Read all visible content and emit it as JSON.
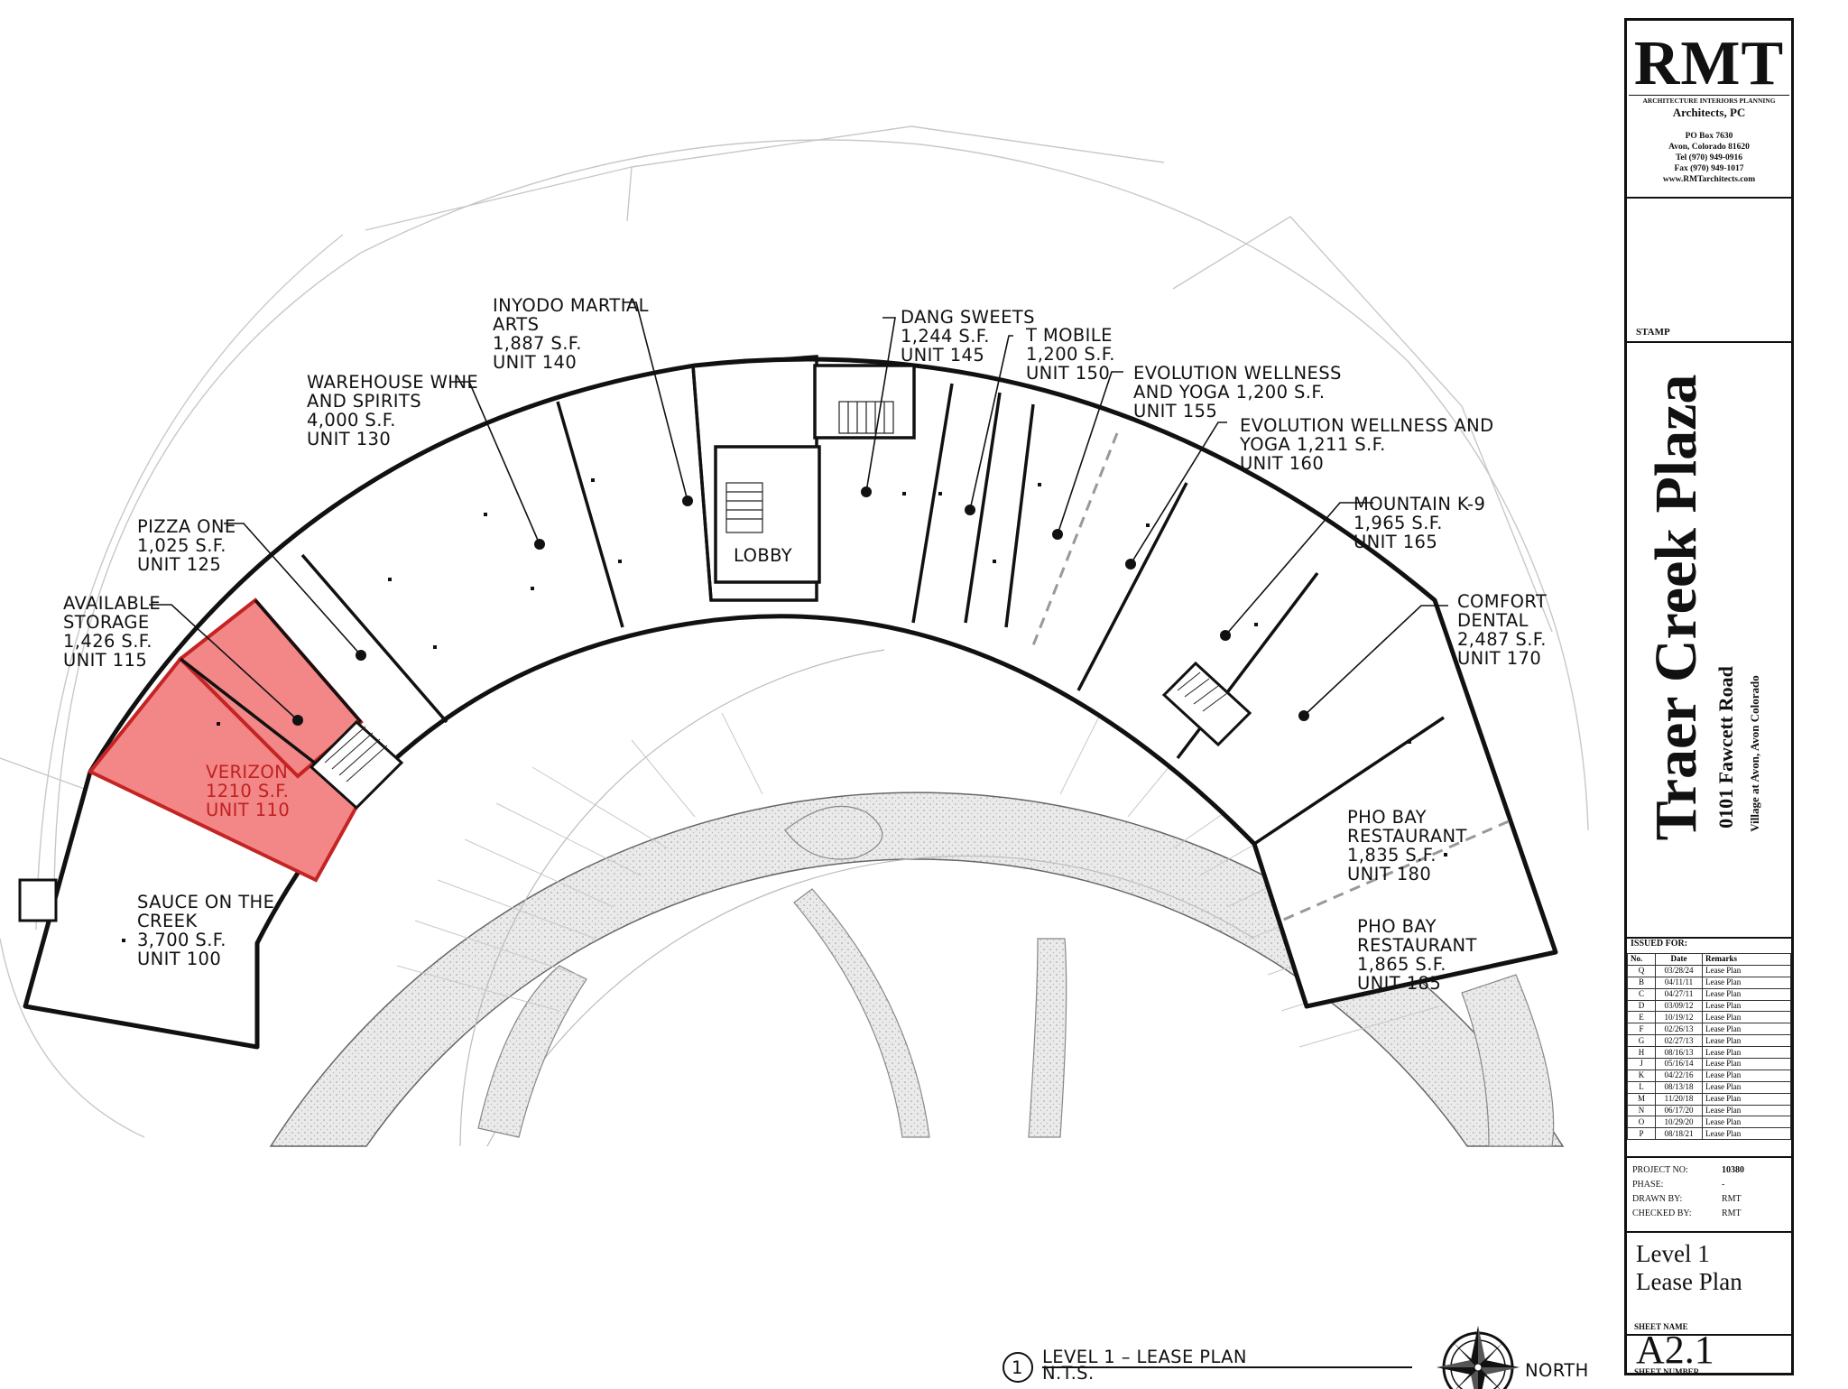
{
  "units": [
    {
      "id": "u140",
      "label": [
        "INYODO MARTIAL",
        "ARTS",
        "1,887 S.F.",
        "UNIT 140"
      ]
    },
    {
      "id": "u130",
      "label": [
        "WAREHOUSE WINE",
        "AND SPIRITS",
        "4,000 S.F.",
        "UNIT 130"
      ]
    },
    {
      "id": "u145",
      "label": [
        "DANG SWEETS",
        "1,244 S.F.",
        "UNIT 145"
      ]
    },
    {
      "id": "u150",
      "label": [
        "T MOBILE",
        "1,200 S.F.",
        "UNIT 150"
      ]
    },
    {
      "id": "u155",
      "label": [
        "EVOLUTION WELLNESS",
        "AND YOGA 1,200 S.F.",
        "UNIT 155"
      ]
    },
    {
      "id": "u160",
      "label": [
        "EVOLUTION WELLNESS AND",
        "YOGA 1,211 S.F.",
        "UNIT 160"
      ]
    },
    {
      "id": "u125",
      "label": [
        "PIZZA ONE",
        "1,025 S.F.",
        "UNIT 125"
      ]
    },
    {
      "id": "u115",
      "label": [
        "AVAILABLE",
        "STORAGE",
        "1,426 S.F.",
        "UNIT 115"
      ]
    },
    {
      "id": "u165",
      "label": [
        "MOUNTAIN K-9",
        "1,965 S.F.",
        "UNIT 165"
      ]
    },
    {
      "id": "u170",
      "label": [
        "COMFORT",
        "DENTAL",
        "2,487 S.F.",
        "UNIT 170"
      ]
    },
    {
      "id": "u110",
      "label": [
        "VERIZON",
        "1210 S.F.",
        "UNIT 110"
      ]
    },
    {
      "id": "u180",
      "label": [
        "PHO BAY",
        "RESTAURANT",
        "1,835 S.F.",
        "UNIT 180"
      ]
    },
    {
      "id": "u185",
      "label": [
        "PHO BAY",
        "RESTAURANT",
        "1,865 S.F.",
        "UNIT 185"
      ]
    },
    {
      "id": "u100",
      "label": [
        "SAUCE ON THE",
        "CREEK",
        "3,700 S.F.",
        "UNIT 100"
      ]
    }
  ],
  "lobby": "LOBBY",
  "plan_title": {
    "number": "1",
    "title": "LEVEL 1 – LEASE PLAN",
    "scale": "N.T.S.",
    "north": "NORTH"
  },
  "colors": {
    "highlight": "#f08080",
    "highlight_stroke": "#c42424",
    "walk": "#e4e4e4",
    "line": "#111111"
  },
  "firm": {
    "name": "RMT",
    "tagline": "ARCHITECTURE INTERIORS PLANNING",
    "subtitle": "Architects, PC",
    "address": [
      "PO Box 7630",
      "Avon, Colorado 81620",
      "Tel (970) 949-0916",
      "Fax (970) 949-1017",
      "www.RMTarchitects.com"
    ]
  },
  "stamp_label": "STAMP",
  "project": {
    "name": "Traer Creek Plaza",
    "address": "0101 Fawcett Road",
    "location": "Village at Avon, Avon Colorado"
  },
  "issued": {
    "heading": "ISSUED FOR:",
    "columns": [
      "No.",
      "Date",
      "Remarks"
    ],
    "rows": [
      [
        "Q",
        "03/28/24",
        "Lease Plan"
      ],
      [
        "B",
        "04/11/11",
        "Lease Plan"
      ],
      [
        "C",
        "04/27/11",
        "Lease Plan"
      ],
      [
        "D",
        "03/09/12",
        "Lease Plan"
      ],
      [
        "E",
        "10/19/12",
        "Lease Plan"
      ],
      [
        "F",
        "02/26/13",
        "Lease Plan"
      ],
      [
        "G",
        "02/27/13",
        "Lease Plan"
      ],
      [
        "H",
        "08/16/13",
        "Lease Plan"
      ],
      [
        "J",
        "05/16/14",
        "Lease Plan"
      ],
      [
        "K",
        "04/22/16",
        "Lease Plan"
      ],
      [
        "L",
        "08/13/18",
        "Lease Plan"
      ],
      [
        "M",
        "11/20/18",
        "Lease Plan"
      ],
      [
        "N",
        "06/17/20",
        "Lease Plan"
      ],
      [
        "O",
        "10/29/20",
        "Lease Plan"
      ],
      [
        "P",
        "08/18/21",
        "Lease Plan"
      ]
    ]
  },
  "info": [
    {
      "label": "PROJECT NO:",
      "value": "10380"
    },
    {
      "label": "PHASE:",
      "value": "-"
    },
    {
      "label": "DRAWN BY:",
      "value": "RMT"
    },
    {
      "label": "CHECKED BY:",
      "value": "RMT"
    }
  ],
  "sheet": {
    "name": [
      "Level 1",
      "Lease Plan"
    ],
    "name_label": "SHEET NAME",
    "number": "A2.1",
    "number_label": "SHEET NUMBER"
  }
}
